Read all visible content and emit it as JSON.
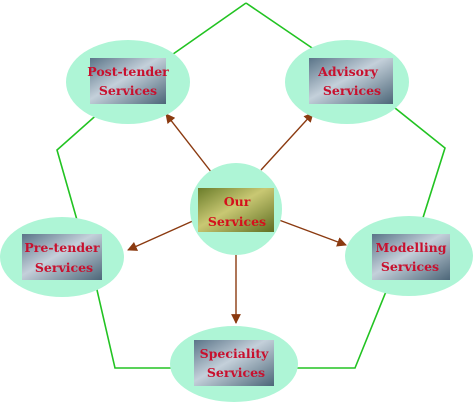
{
  "diagram": {
    "center": {
      "lines": [
        "Our",
        "Services"
      ]
    },
    "nodes": [
      {
        "id": "post-tender",
        "lines": [
          "Post-tender",
          "Services"
        ]
      },
      {
        "id": "advisory",
        "lines": [
          "Advisory",
          "Services"
        ]
      },
      {
        "id": "pre-tender",
        "lines": [
          "Pre-tender",
          "Services"
        ]
      },
      {
        "id": "modelling",
        "lines": [
          "Modelling",
          "Services"
        ]
      },
      {
        "id": "speciality",
        "lines": [
          "Speciality",
          "Services"
        ]
      }
    ],
    "colors": {
      "outline": "#22c322",
      "bubble": "#aef5d6",
      "arrow": "#8b3a10",
      "text": "#c8102e"
    }
  }
}
